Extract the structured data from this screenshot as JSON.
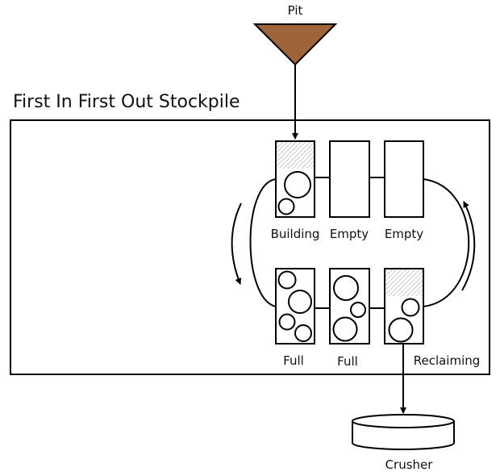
{
  "diagram": {
    "title": "First In First Out Stockpile",
    "source": {
      "label": "Pit",
      "fill": "#a0643a"
    },
    "destination": {
      "label": "Crusher"
    },
    "top_row": [
      {
        "label": "Building",
        "state": "building",
        "partially_filled": true
      },
      {
        "label": "Empty",
        "state": "empty"
      },
      {
        "label": "Empty",
        "state": "empty"
      }
    ],
    "bottom_row": [
      {
        "label": "Full",
        "state": "full"
      },
      {
        "label": "Full",
        "state": "full"
      },
      {
        "label": "Reclaiming",
        "state": "reclaiming",
        "partially_filled": true
      }
    ],
    "flow_direction": "counter-clockwise",
    "colors": {
      "stroke": "#000000",
      "hatch": "#9a9a9a",
      "pit": "#a0643a"
    }
  }
}
